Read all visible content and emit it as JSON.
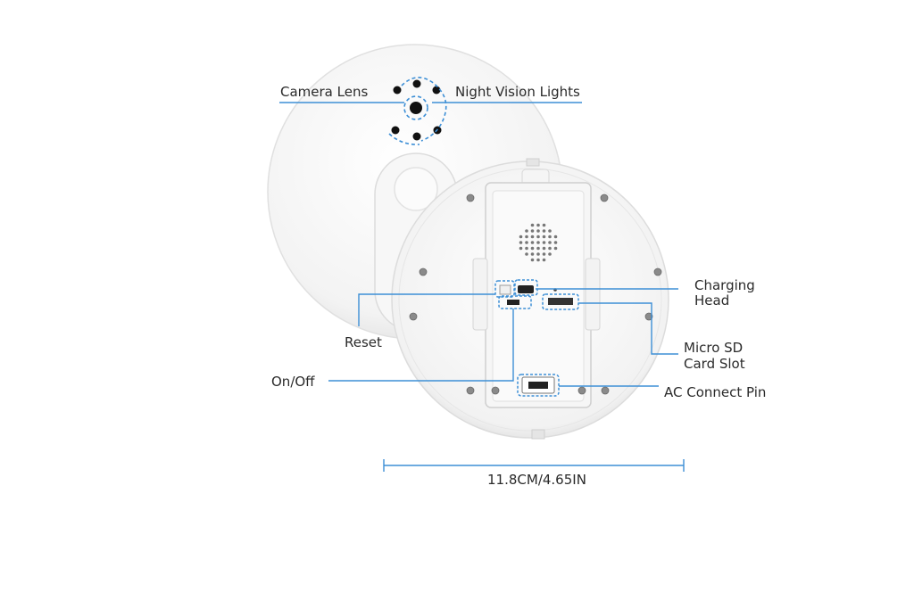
{
  "labels": {
    "camera_lens": "Camera Lens",
    "night_vision": "Night Vision Lights",
    "charging_head_line1": "Charging",
    "charging_head_line2": "Head",
    "reset": "Reset",
    "micro_sd_line1": "Micro SD",
    "micro_sd_line2": "Card Slot",
    "on_off": "On/Off",
    "ac_pin": "AC Connect Pin",
    "dimension": "11.8CM/4.65IN"
  },
  "colors": {
    "callout": "#3d8fd6",
    "body_white": "#f4f4f4",
    "edge_grey": "#d6d6d6",
    "screw": "#8a8a8a"
  }
}
